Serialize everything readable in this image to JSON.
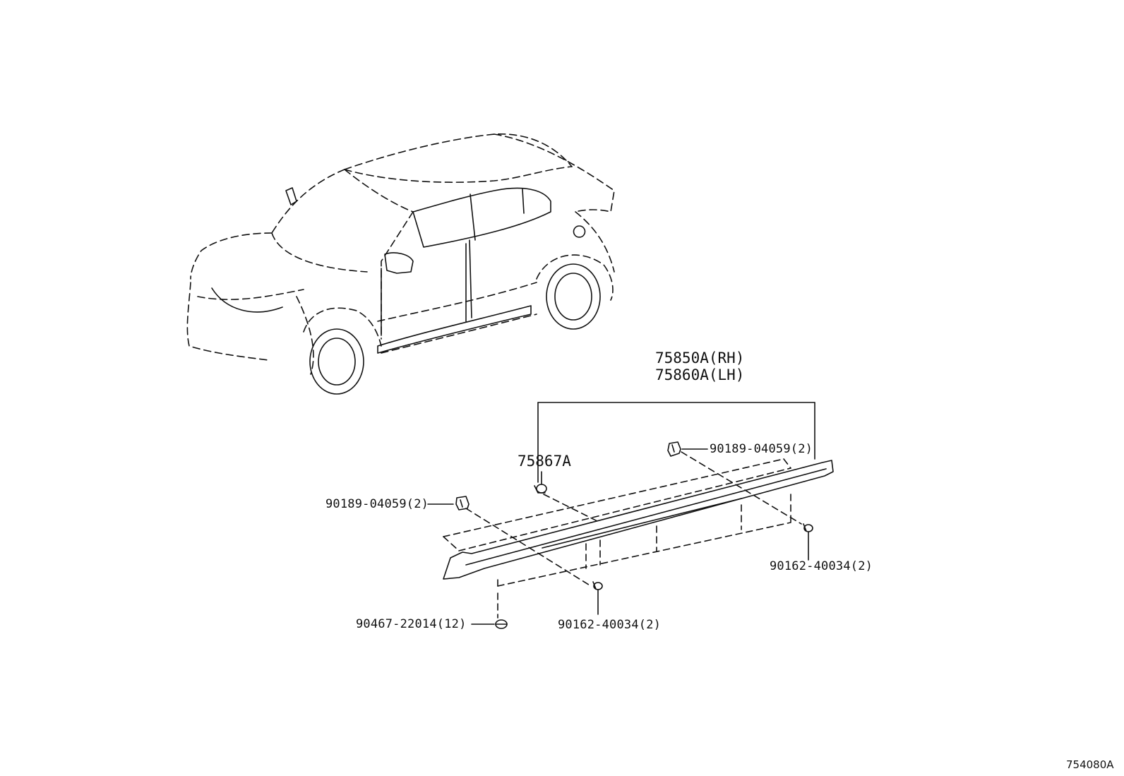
{
  "callouts": {
    "molding_rh": "75850A(RH)",
    "molding_lh": "75860A(LH)",
    "part_75867a": "75867A",
    "clip_upper_right": "90189-04059(2)",
    "clip_left": "90189-04059(2)",
    "screw_right": "90162-40034(2)",
    "screw_center": "90162-40034(2)",
    "nut": "90467-22014(12)"
  },
  "figure_id": "754080A",
  "line_color": "#111111"
}
